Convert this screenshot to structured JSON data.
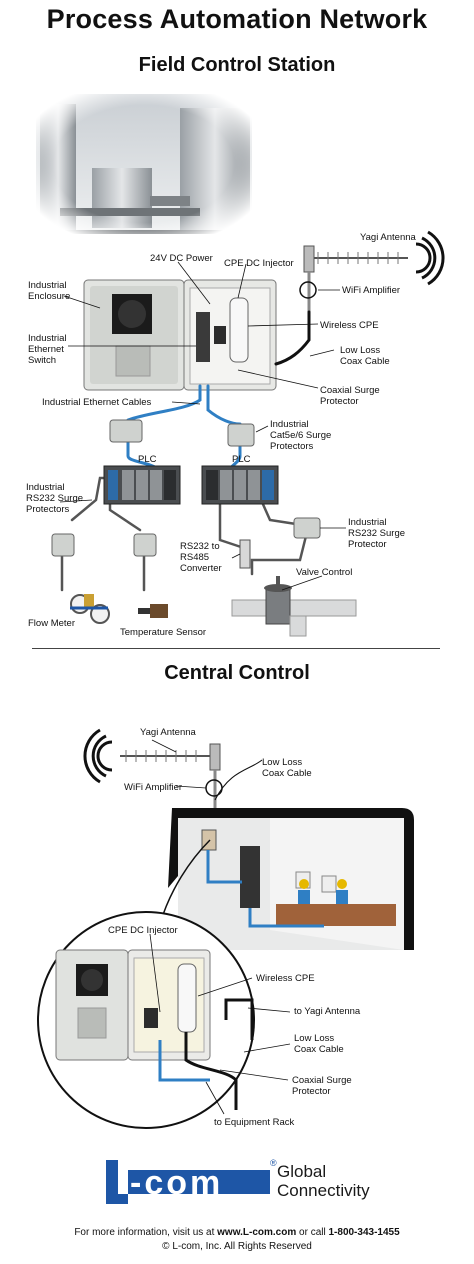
{
  "header": {
    "title": "Process Automation Network",
    "field_section": "Field Control Station",
    "central_section": "Central Control"
  },
  "field_labels": {
    "yagi_antenna": "Yagi Antenna",
    "dc_power": "24V DC Power",
    "cpe_dc_injector": "CPE DC Injector",
    "wifi_amplifier": "WiFi Amplifier",
    "industrial_enclosure": [
      "Industrial",
      "Enclosure"
    ],
    "wireless_cpe": "Wireless CPE",
    "industrial_ethernet_switch": [
      "Industrial",
      "Ethernet",
      "Switch"
    ],
    "low_loss_coax": [
      "Low Loss",
      "Coax Cable"
    ],
    "coaxial_surge": [
      "Coaxial Surge",
      "Protector"
    ],
    "ethernet_cables": "Industrial Ethernet Cables",
    "cat5_surge": [
      "Industrial",
      "Cat5e/6 Surge",
      "Protectors"
    ],
    "plc_left": "PLC",
    "plc_right": "PLC",
    "rs232_surge_left": [
      "Industrial",
      "RS232 Surge",
      "Protectors"
    ],
    "rs232_surge_right": [
      "Industrial",
      "RS232 Surge",
      "Protector"
    ],
    "converter": [
      "RS232 to",
      "RS485",
      "Converter"
    ],
    "valve_control": "Valve Control",
    "flow_meter": "Flow Meter",
    "temp_sensor": "Temperature Sensor"
  },
  "central_labels": {
    "yagi_antenna": "Yagi Antenna",
    "low_loss_coax": [
      "Low Loss",
      "Coax Cable"
    ],
    "wifi_amplifier": "WiFi Amplifier",
    "cpe_dc_injector": "CPE DC Injector",
    "wireless_cpe": "Wireless CPE",
    "to_yagi": "to Yagi Antenna",
    "low_loss_coax2": [
      "Low Loss",
      "Coax Cable"
    ],
    "coaxial_surge": [
      "Coaxial Surge",
      "Protector"
    ],
    "to_rack": "to Equipment Rack"
  },
  "logo": {
    "brand": "L-com",
    "trademark": "®",
    "tagline": [
      "Global",
      "Connectivity"
    ]
  },
  "footer": {
    "info_prefix": "For more information, visit us at ",
    "url": "www.L-com.com",
    "info_mid": " or call ",
    "phone": "1-800-343-1455",
    "copyright": "© L-com, Inc. All Rights Reserved"
  },
  "colors": {
    "cable_blue": "#2f7fc4",
    "cable_black": "#111111",
    "enclosure_gray": "#d9dbd8",
    "logo_blue": "#1e56a6"
  }
}
